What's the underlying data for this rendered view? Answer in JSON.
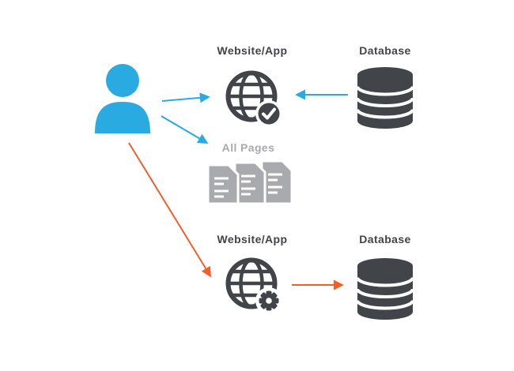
{
  "labels": {
    "top_website": "Website/App",
    "top_database": "Database",
    "all_pages": "All Pages",
    "bottom_website": "Website/App",
    "bottom_database": "Database"
  },
  "icons": {
    "user": "user-icon",
    "top_website": "globe-check-icon",
    "top_database": "database-icon",
    "all_pages": "documents-stack-icon",
    "bottom_website": "globe-gear-icon",
    "bottom_database": "database-icon"
  },
  "colors": {
    "user_blue": "#29ABE2",
    "arrow_blue": "#29ABE2",
    "arrow_orange": "#F15F2B",
    "icon_dark": "#414448",
    "muted_gray": "#A8AAAD",
    "page_background": "#FFFFFF"
  },
  "connections": [
    {
      "from": "user",
      "to": "top-website",
      "color": "blue"
    },
    {
      "from": "top-database",
      "to": "top-website",
      "color": "blue"
    },
    {
      "from": "user",
      "to": "all-pages",
      "color": "blue"
    },
    {
      "from": "user",
      "to": "bottom-website",
      "color": "orange"
    },
    {
      "from": "bottom-website",
      "to": "bottom-database",
      "color": "orange"
    }
  ]
}
